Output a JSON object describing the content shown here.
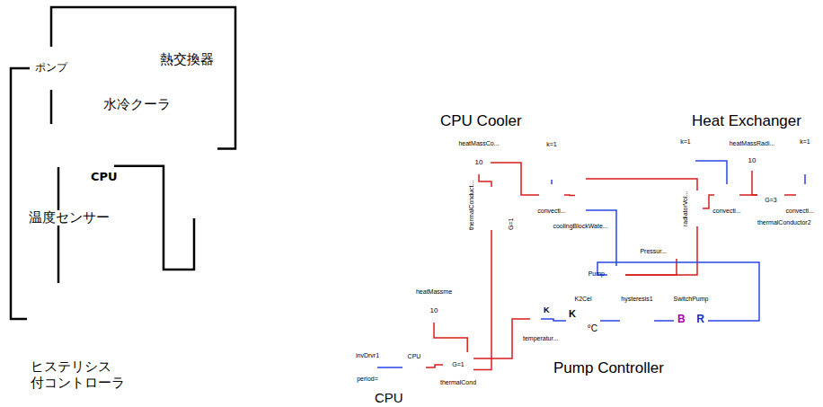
{
  "diagram": {
    "nodes": [
      {
        "text": [
          "ポンプ"
        ]
      },
      {
        "text": [
          "熱交換器"
        ]
      },
      {
        "text": [
          "水冷クーラ",
          "CPU"
        ]
      },
      {
        "text": [
          "温度センサー"
        ]
      },
      {
        "text": [
          "ヒステリシス 付コントローラ"
        ]
      },
      {
        "text": [
          "CPU Cooler"
        ]
      },
      {
        "text": [
          "heatMassCo...",
          "10"
        ],
        "in": 5
      },
      {
        "text": [
          "k=1"
        ],
        "in": 5
      },
      {
        "text": [
          "thermalConduct...",
          "G=1"
        ],
        "in": 5
      },
      {
        "text": [
          "convecti..."
        ],
        "in": 5
      },
      {
        "text": [
          "coolingBlockWate..."
        ],
        "in": 5
      },
      {
        "text": [
          "Heat Exchanger"
        ]
      },
      {
        "text": [
          "radiatorVol..."
        ],
        "in": 11
      },
      {
        "text": [
          "convecti..."
        ],
        "in": 11
      },
      {
        "text": [
          "k=1"
        ],
        "in": 11
      },
      {
        "text": [
          "heatMassRadi...",
          "10"
        ],
        "in": 11
      },
      {
        "text": [
          "thermalConductor2",
          "G=3"
        ],
        "in": 11
      },
      {
        "text": [
          "convecti..."
        ],
        "in": 11
      },
      {
        "text": [
          "k=1"
        ],
        "in": 11
      },
      {
        "text": [
          "Pump"
        ]
      },
      {
        "text": [
          "Pressur..."
        ]
      },
      {
        "text": [
          "CPU"
        ]
      },
      {
        "text": [
          "heatMassme",
          "10"
        ],
        "in": 21
      },
      {
        "text": [
          "invDrvr1",
          "period="
        ],
        "in": 21
      },
      {
        "text": [
          "CPU"
        ],
        "in": 21
      },
      {
        "text": [
          "thermalCond",
          "G=1"
        ],
        "in": 21
      },
      {
        "text": [
          "K",
          "temperatur..."
        ]
      },
      {
        "text": [
          "Pump Controller"
        ]
      },
      {
        "text": [
          "K2Cel",
          "K",
          "°C"
        ],
        "in": 27
      },
      {
        "text": [
          "hysteresis1"
        ],
        "in": 27
      },
      {
        "text": [
          "SwitchPump",
          "B",
          "R"
        ],
        "in": 27
      }
    ],
    "edges": [
      {
        "from": 0,
        "to": 2,
        "arrow": "none"
      },
      {
        "from": 2,
        "to": 1,
        "arrow": "none"
      },
      {
        "from": 1,
        "to": 0,
        "arrow": "none"
      },
      {
        "from": 4,
        "to": 0,
        "arrow": "none"
      },
      {
        "from": 3,
        "to": 4,
        "arrow": "none"
      },
      {
        "from": 6,
        "to": 8,
        "arrow": "none"
      },
      {
        "from": 6,
        "to": 9,
        "arrow": "none"
      },
      {
        "from": 7,
        "to": 9,
        "arrow": "none"
      },
      {
        "from": 9,
        "to": 10,
        "arrow": "none"
      },
      {
        "from": 10,
        "to": 12,
        "arrow": "none"
      },
      {
        "from": 12,
        "to": 19,
        "arrow": "none"
      },
      {
        "from": 19,
        "to": 10,
        "arrow": "none"
      },
      {
        "from": 20,
        "to": 19,
        "arrow": "none"
      },
      {
        "from": 30,
        "to": 19,
        "arrow": "none"
      },
      {
        "from": 8,
        "to": 25,
        "arrow": "none"
      },
      {
        "from": 22,
        "to": 25,
        "arrow": "none"
      },
      {
        "from": 25,
        "to": 26,
        "arrow": "none"
      },
      {
        "from": 23,
        "to": 24,
        "arrow": "none"
      },
      {
        "from": 24,
        "to": 25,
        "arrow": "none"
      },
      {
        "from": 26,
        "to": 28,
        "arrow": "none"
      },
      {
        "from": 28,
        "to": 29,
        "arrow": "none"
      },
      {
        "from": 29,
        "to": 30,
        "arrow": "none"
      },
      {
        "from": 12,
        "to": 13,
        "arrow": "none"
      },
      {
        "from": 14,
        "to": 13,
        "arrow": "none"
      },
      {
        "from": 13,
        "to": 16,
        "arrow": "none"
      },
      {
        "from": 15,
        "to": 16,
        "arrow": "none"
      },
      {
        "from": 16,
        "to": 17,
        "arrow": "none"
      },
      {
        "from": 18,
        "to": 17,
        "arrow": "none"
      }
    ]
  }
}
